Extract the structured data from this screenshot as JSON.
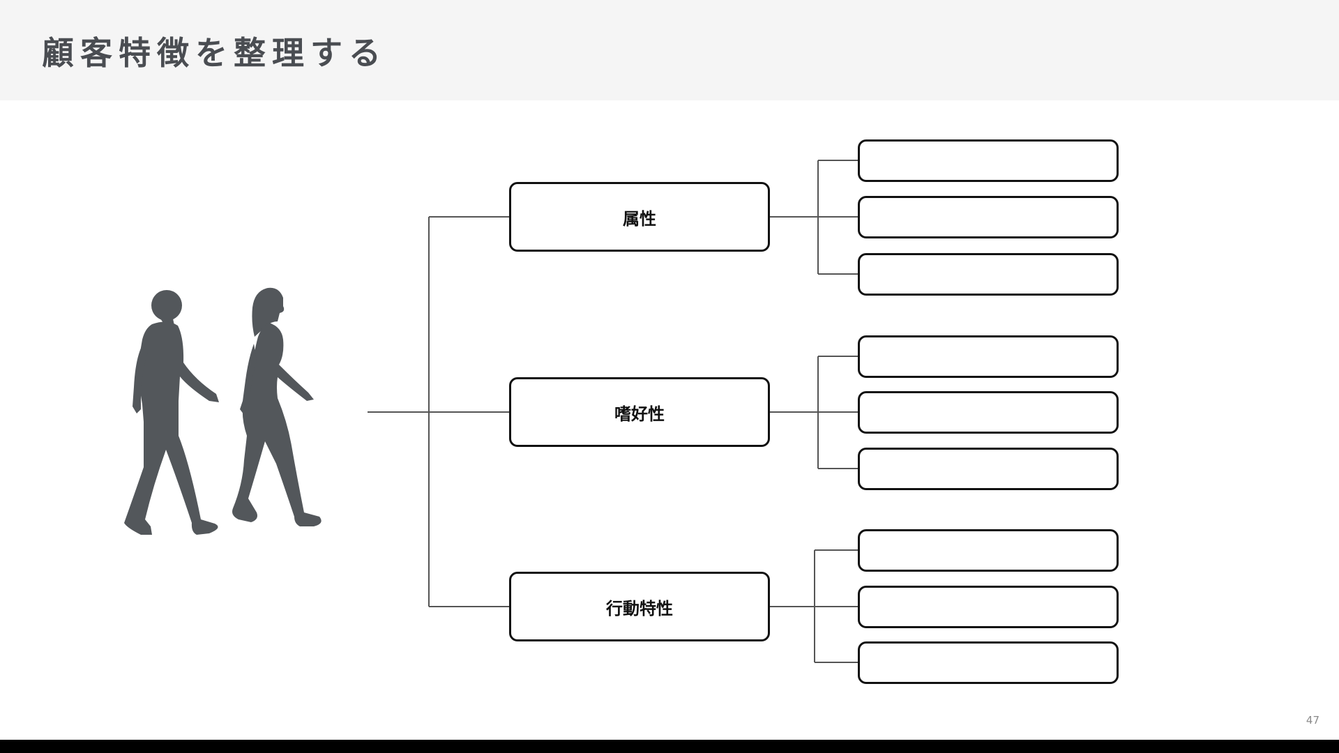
{
  "slide": {
    "title": "顧客特徴を整理する",
    "page_number": "47"
  },
  "colors": {
    "silhouette": "#53575b",
    "connector": "#555555",
    "box_border": "#111111",
    "header_bg": "#f5f5f5"
  },
  "icons": {
    "figures": "walking-couple-silhouette"
  },
  "categories": [
    {
      "label": "属性",
      "details": [
        "",
        "",
        ""
      ]
    },
    {
      "label": "嗜好性",
      "details": [
        "",
        "",
        ""
      ]
    },
    {
      "label": "行動特性",
      "details": [
        "",
        "",
        ""
      ]
    }
  ]
}
